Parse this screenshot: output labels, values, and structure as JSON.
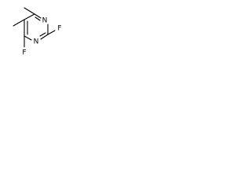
{
  "molecule": {
    "atoms": {
      "n_top": "N",
      "n_bottom": "N",
      "f_right": "F",
      "f_bottom": "F"
    },
    "line_color": "#000000",
    "text_color": "#000000"
  }
}
